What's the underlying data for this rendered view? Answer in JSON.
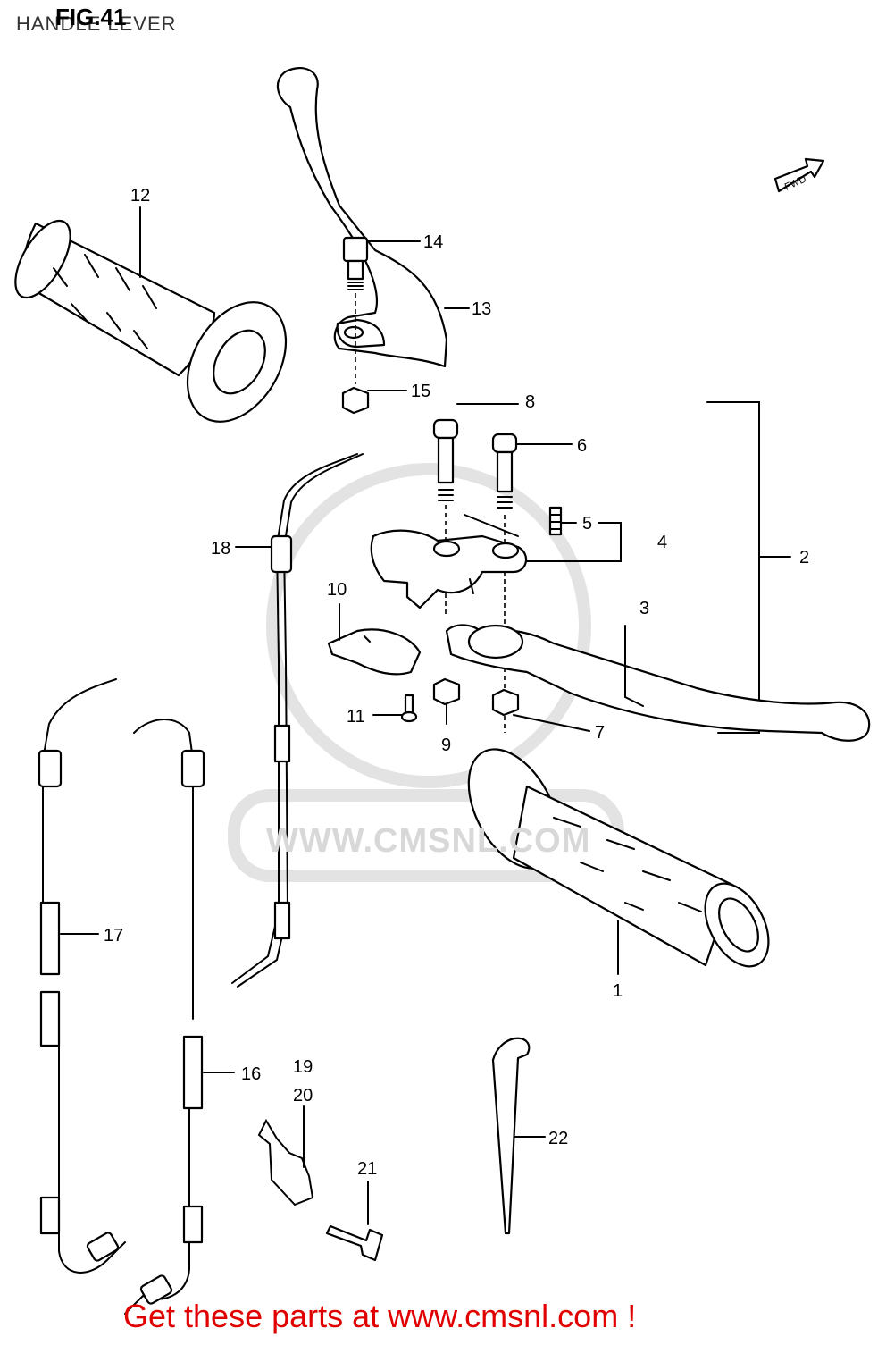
{
  "header": {
    "fig_label": "FIG.41",
    "title": "HANDLE LEVER"
  },
  "fwd_label": "FWD",
  "watermark": "WWW.CMSNL.COM",
  "footer": "Get these parts at www.cmsnl.com !",
  "callouts": [
    "1",
    "2",
    "3",
    "4",
    "5",
    "6",
    "7",
    "8",
    "9",
    "10",
    "11",
    "12",
    "13",
    "14",
    "15",
    "16",
    "17",
    "18",
    "19",
    "20",
    "21",
    "22"
  ],
  "colors": {
    "footer": "#e00000",
    "watermark": "#d8d8d8",
    "line": "#000000"
  }
}
